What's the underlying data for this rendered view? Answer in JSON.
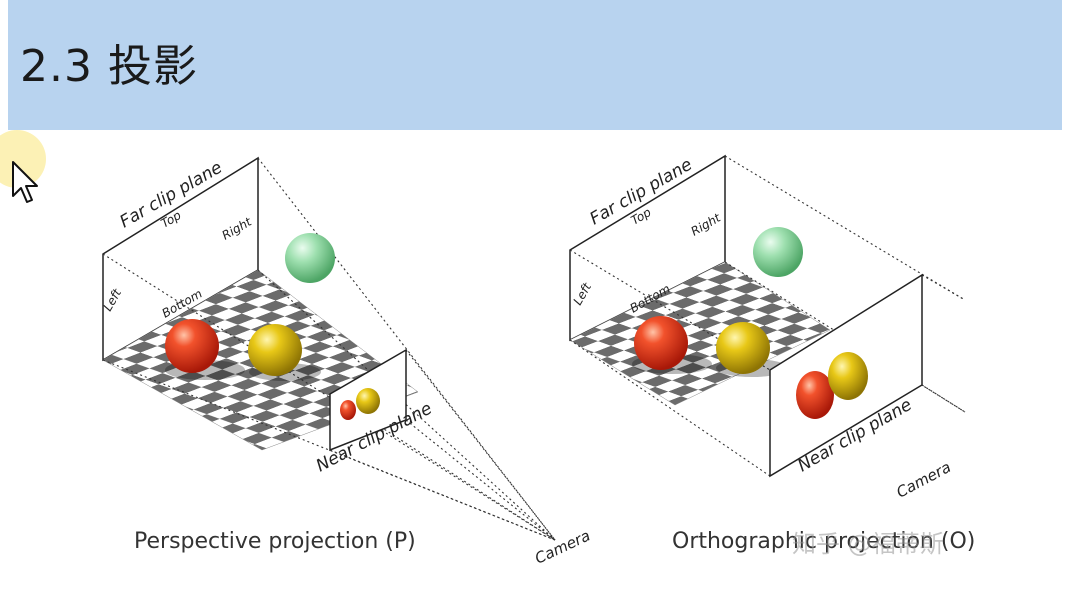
{
  "slide": {
    "title": "2.3 投影"
  },
  "perspective": {
    "far_clip_label": "Far clip plane",
    "top_label": "Top",
    "right_label": "Right",
    "left_label": "Left",
    "bottom_label": "Bottom",
    "near_clip_label": "Near clip plane",
    "camera_label": "Camera",
    "caption": "Perspective projection (P)"
  },
  "orthographic": {
    "far_clip_label": "Far clip plane",
    "top_label": "Top",
    "right_label": "Right",
    "left_label": "Left",
    "bottom_label": "Bottom",
    "near_clip_label": "Near clip plane",
    "camera_label": "Camera",
    "caption": "Orthographic projection (O)"
  },
  "watermark": "知乎 @福蒂斯",
  "colors": {
    "title_bg": "#b8d3ef",
    "sphere_red": "#e53a1f",
    "sphere_yellow": "#e2c21a",
    "sphere_green": "#8fd9a3",
    "checker_dark": "#6b6b6b"
  }
}
